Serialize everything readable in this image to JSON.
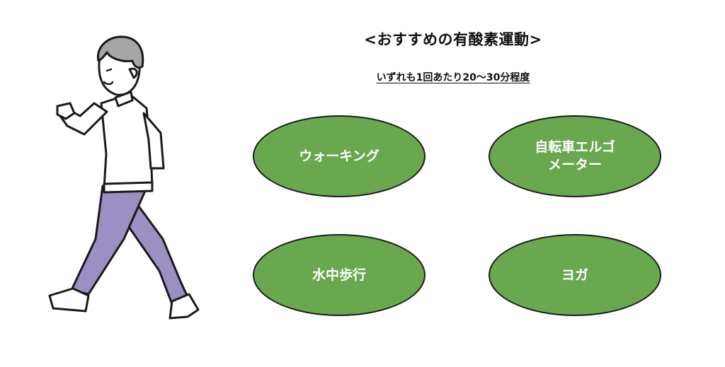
{
  "heading": {
    "title": "<おすすめの有酸素運動>",
    "subtitle": "いずれも1回あたり20〜30分程度"
  },
  "exercises": [
    {
      "label": "ウォーキング"
    },
    {
      "label": "自転車エルゴ\nメーター"
    },
    {
      "label": "水中歩行"
    },
    {
      "label": "ヨガ"
    }
  ],
  "colors": {
    "oval_fill": "#6aa84f",
    "pants": "#9b8fc4",
    "hair": "#a6a6a6"
  },
  "illustration": {
    "icon": "walking-person-icon"
  }
}
